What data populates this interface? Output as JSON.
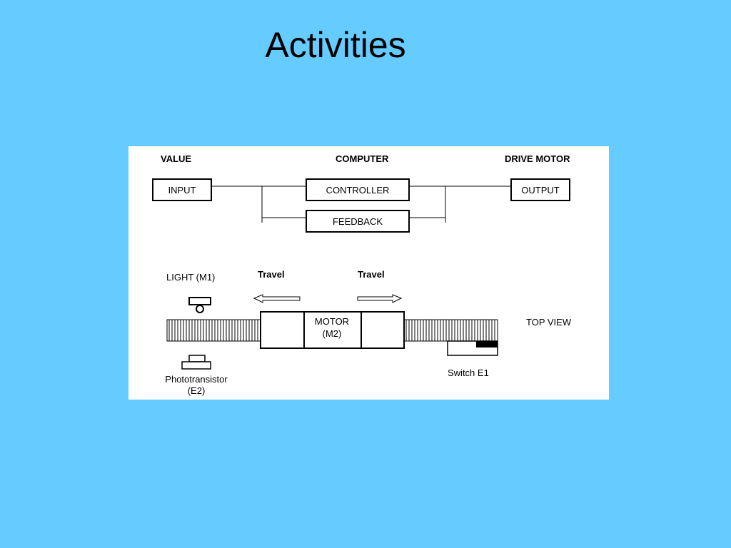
{
  "slide": {
    "title": "Activities"
  },
  "block_diagram": {
    "headers": {
      "left": "VALUE",
      "center": "COMPUTER",
      "right": "DRIVE MOTOR"
    },
    "boxes": {
      "input": "INPUT",
      "controller": "CONTROLLER",
      "feedback": "FEEDBACK",
      "output": "OUTPUT"
    }
  },
  "top_view": {
    "light": "LIGHT (M1)",
    "travel_left": "Travel",
    "travel_right": "Travel",
    "motor_line1": "MOTOR",
    "motor_line2": "(M2)",
    "view_label": "TOP VIEW",
    "phototransistor_line1": "Phototransistor",
    "phototransistor_line2": "(E2)",
    "switch": "Switch E1"
  }
}
